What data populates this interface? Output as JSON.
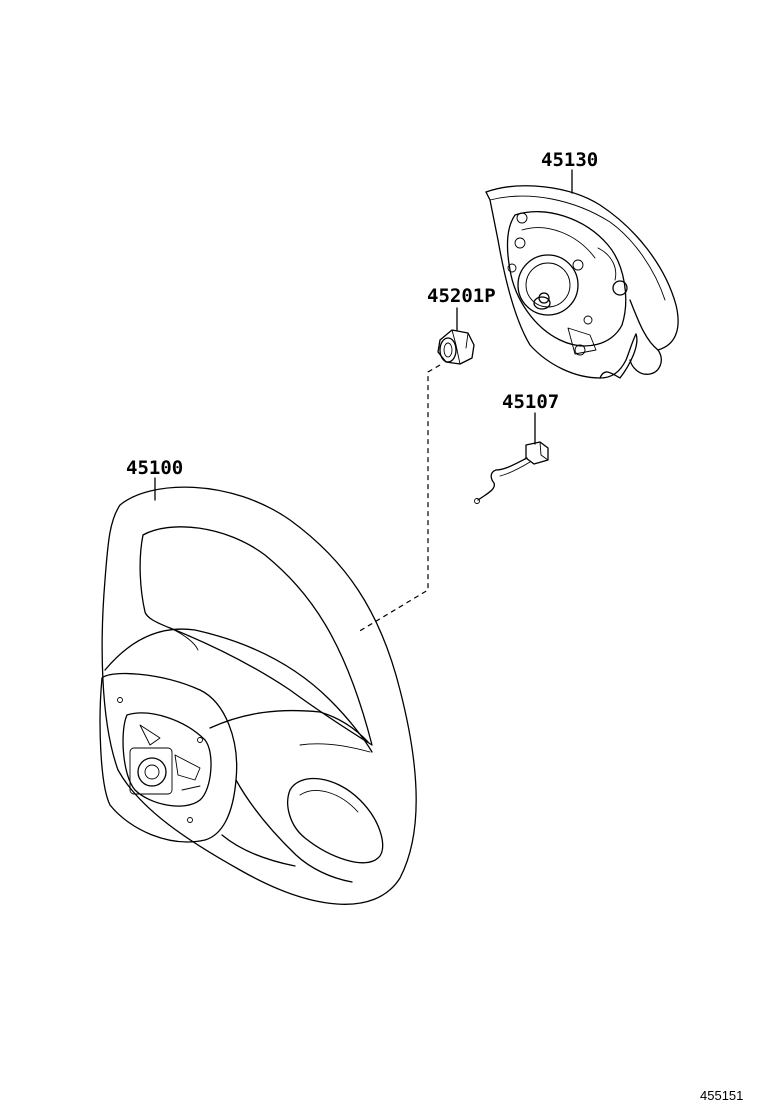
{
  "parts": [
    {
      "id": "airbag",
      "number": "45130"
    },
    {
      "id": "nut",
      "number": "45201P"
    },
    {
      "id": "wire",
      "number": "45107"
    },
    {
      "id": "wheel",
      "number": "45100"
    }
  ],
  "figure_number": "455151"
}
